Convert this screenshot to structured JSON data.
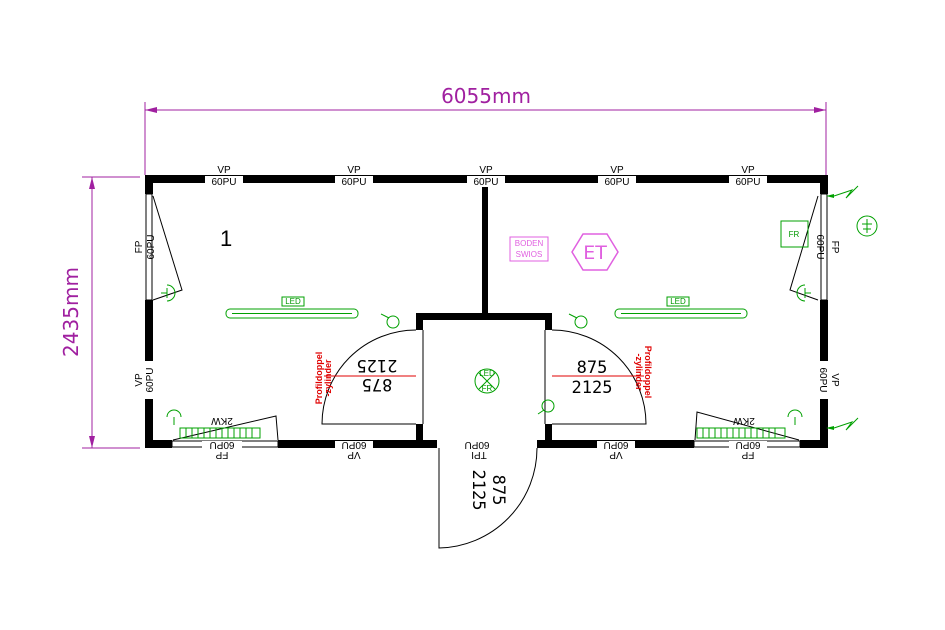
{
  "dimensions": {
    "width_label": "6055mm",
    "height_label": "2435mm"
  },
  "room_number": "1",
  "panel_labels": {
    "vp": "VP",
    "pu": "60PU",
    "fp": "FP",
    "tpi": "TPI"
  },
  "doors": {
    "left": [
      "2125",
      "875"
    ],
    "right": [
      "875",
      "2125"
    ],
    "entrance": [
      "875",
      "2125"
    ]
  },
  "cylinder_label": [
    "Profildoppel",
    "-zylinder"
  ],
  "led_label": "LED",
  "heater_label": "2KW",
  "et_label": "ET",
  "floor_box": [
    "BODEN",
    "SWIOS"
  ],
  "fr_label": "FR",
  "colors": {
    "dimension": "#a020a0",
    "electrical": "#00a000",
    "annotation": "#e00000",
    "floor_box": "#e060e0",
    "wall": "#000000"
  }
}
